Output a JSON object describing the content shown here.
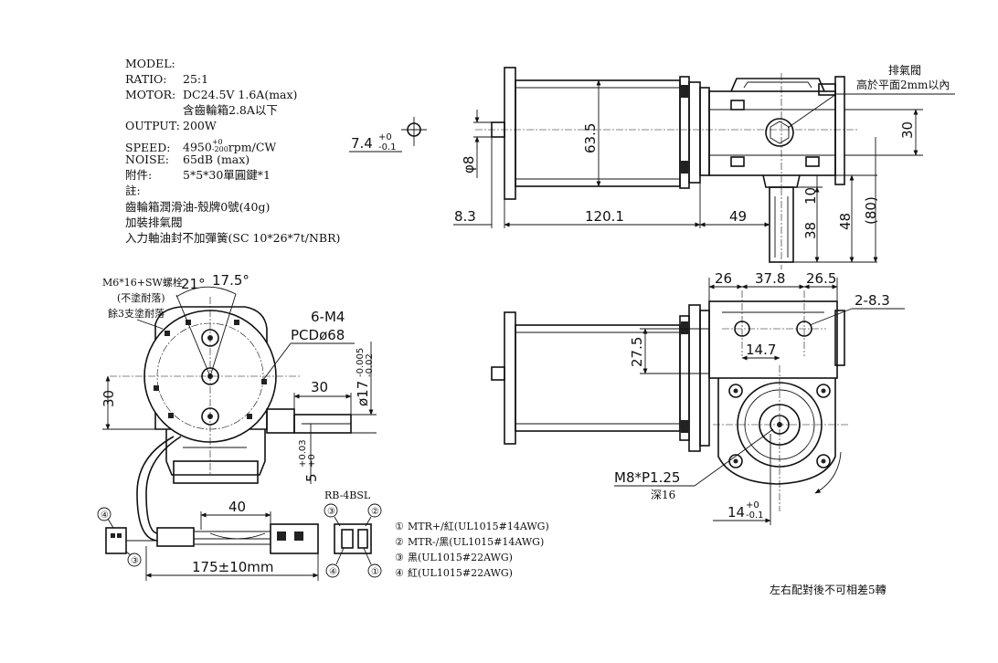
{
  "specs": {
    "model_label": "MODEL:",
    "model_value": "",
    "ratio_label": "RATIO:",
    "ratio_value": "25:1",
    "motor_label": "MOTOR:",
    "motor_value": "DC24.5V  1.6A(max)",
    "motor_note": "含齒輪箱2.8A以下",
    "output_label": "OUTPUT:",
    "output_value": "200W",
    "speed_label": "SPEED:",
    "speed_value_main": "4950",
    "speed_tol_upper": "+0",
    "speed_tol_lower": "-200",
    "speed_unit": "rpm/CW",
    "noise_label": "NOISE:",
    "noise_value": "65dB (max)",
    "accessory_label": "附件:",
    "accessory_value": "5*5*30單圓鍵*1",
    "note_label": "註:",
    "note_1": "齒輪箱潤滑油-殼牌0號(40g)",
    "note_2": "加裝排氣閥",
    "note_3": "入力軸油封不加彈簧(SC 10*26*7t/NBR)"
  },
  "top_view": {
    "vent_label_1": "排氣閥",
    "vent_label_2": "高於平面2mm以內",
    "dim_63_5": "63.5",
    "dim_30": "30",
    "dim_phi8": "φ8",
    "dim_8_3": "8.3",
    "dim_120_1": "120.1",
    "dim_49": "49",
    "dim_10": "10",
    "dim_38": "38",
    "dim_48": "48",
    "dim_80": "(80)",
    "dim_7_4": "7.4",
    "dim_7_4_tol_upper": "+0",
    "dim_7_4_tol_lower": "-0.1"
  },
  "side_view": {
    "bolt_label_1": "M6*16+SW螺栓",
    "bolt_label_2": "(不塗耐落)",
    "bolt_label_3": "餘3支塗耐落",
    "angle_21": "21°",
    "angle_17_5": "17.5°",
    "hole_label_1": "6-M4",
    "hole_label_2": "PCDø68",
    "dim_30_shaft": "30",
    "dim_30_side": "30",
    "dim_phi17": "ø17",
    "dim_phi17_tol_upper": "-0.005",
    "dim_phi17_tol_lower": "-0.02",
    "dim_5_key": "5",
    "dim_5_tol_upper": "+0.03",
    "dim_5_tol_lower": "+0",
    "dim_40": "40",
    "dim_175": "175±10mm",
    "connector_label": "RB-4BSL"
  },
  "front_view": {
    "dim_26_left": "26",
    "dim_37_8": "37.8",
    "dim_26_5": "26.5",
    "dim_2_8_3": "2-8.3",
    "dim_27_5": "27.5",
    "dim_14_7": "14.7",
    "thread_label_1": "M8*P1.25",
    "thread_label_2": "深16",
    "dim_14": "14",
    "dim_14_tol_upper": "+0",
    "dim_14_tol_lower": "-0.1"
  },
  "wiring": {
    "pin1_mark": "①",
    "pin2_mark": "②",
    "pin3_mark": "③",
    "pin4_mark": "④",
    "pin1_desc": "MTR+/紅(UL1015#14AWG)",
    "pin2_desc": "MTR-/黑(UL1015#14AWG)",
    "pin3_desc": "黑(UL1015#22AWG)",
    "pin4_desc": "紅(UL1015#22AWG)"
  },
  "footer_note": "左右配對後不可相差5轉"
}
